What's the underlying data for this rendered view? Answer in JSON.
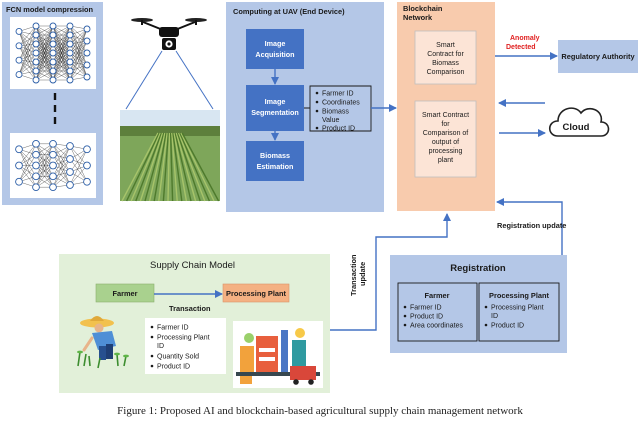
{
  "fcn": {
    "title": "FCN model compression"
  },
  "uav": {
    "title": "Computing at UAV (End Device)",
    "steps": [
      [
        "Image",
        "Acquisition"
      ],
      [
        "Image",
        "Segmentation"
      ],
      [
        "Biomass",
        "Estimation"
      ]
    ],
    "data_list": [
      "Farmer ID",
      "Coordinates",
      "Biomass",
      "Value",
      "Product ID"
    ]
  },
  "blockchain": {
    "title": [
      "Blockchain",
      "Network"
    ],
    "contract1": [
      "Smart",
      "Contract for",
      "Biomass",
      "Comparison"
    ],
    "contract2": [
      "Smart Contract",
      "for",
      "Comparison of",
      "output of",
      "processing",
      "plant"
    ]
  },
  "anomaly": [
    "Anomaly",
    "Detected"
  ],
  "regulatory": "Regulatory Authority",
  "cloud": "Cloud",
  "registration_update": "Registration update",
  "transaction_update": [
    "Transaction",
    "update"
  ],
  "supply_chain": {
    "title": "Supply Chain Model",
    "farmer": "Farmer",
    "transaction": "Transaction",
    "plant": "Processing Plant",
    "list": [
      "Farmer ID",
      "Processing Plant",
      "ID",
      "Quantity Sold",
      "Product ID"
    ]
  },
  "registration": {
    "title": "Registration",
    "farmer_title": "Farmer",
    "farmer_items": [
      "Farmer ID",
      "Product ID",
      "Area coordinates"
    ],
    "plant_title": "Processing Plant",
    "plant_items": [
      "Processing Plant",
      "ID",
      "Product ID"
    ]
  },
  "caption": "Figure 1: Proposed AI and blockchain-based agricultural supply chain management network",
  "colors": {
    "panel_blue": "#b4c7e7",
    "step_blue": "#4472c4",
    "panel_orange": "#f8cbad",
    "panel_green": "#e2f0d9",
    "farmer_green": "#a9d18e",
    "plant_orange": "#f4b183",
    "arrow": "#4472c4",
    "anomaly_red": "#e02020"
  }
}
